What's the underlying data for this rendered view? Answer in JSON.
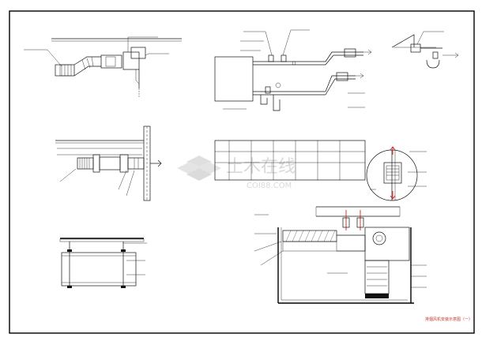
{
  "drawing": {
    "title": "排烟风机安装示意图（一）",
    "border_color": "#1a1a1a",
    "accent_color": "#d0261b"
  },
  "watermark": {
    "brand_cn": "土木在线",
    "brand_en": "COI88.COM",
    "color": "#d5d5d5"
  },
  "table": {
    "rows": 3,
    "columns": 7
  }
}
